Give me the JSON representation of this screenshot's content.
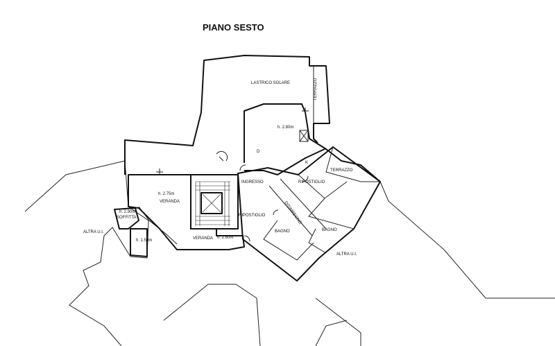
{
  "title": "PIANO SESTO",
  "labels": {
    "lastrico_solare": "LASTRICO SOLARE",
    "terrazzo_top": "TERRAZZO",
    "h_280_top": "h. 2.80m",
    "k": "K",
    "d": "D",
    "terrazzo_right": "TERRAZZO",
    "ingresso": "INGRESSO",
    "ripostiglio_top": "RIPOSTIGLIO",
    "h_275": "h. 2.75m",
    "veranda_top": "VERANDA",
    "disimpegno": "DISIMPEGNO",
    "h_290": "h. 2.90m",
    "soffitta": "SOFFITTA",
    "ripostiglio_mid": "RIPOSTIGLIO",
    "bagno_left": "BAGNO",
    "bagno_right": "BAGNO",
    "altra_ui_left": "ALTRA U.I.",
    "h_150": "h. 1.50m",
    "veranda_bottom": "VERANDA",
    "h_280_bottom": "h. 2.80m",
    "altra_ui_right": "ALTRA U.I."
  }
}
